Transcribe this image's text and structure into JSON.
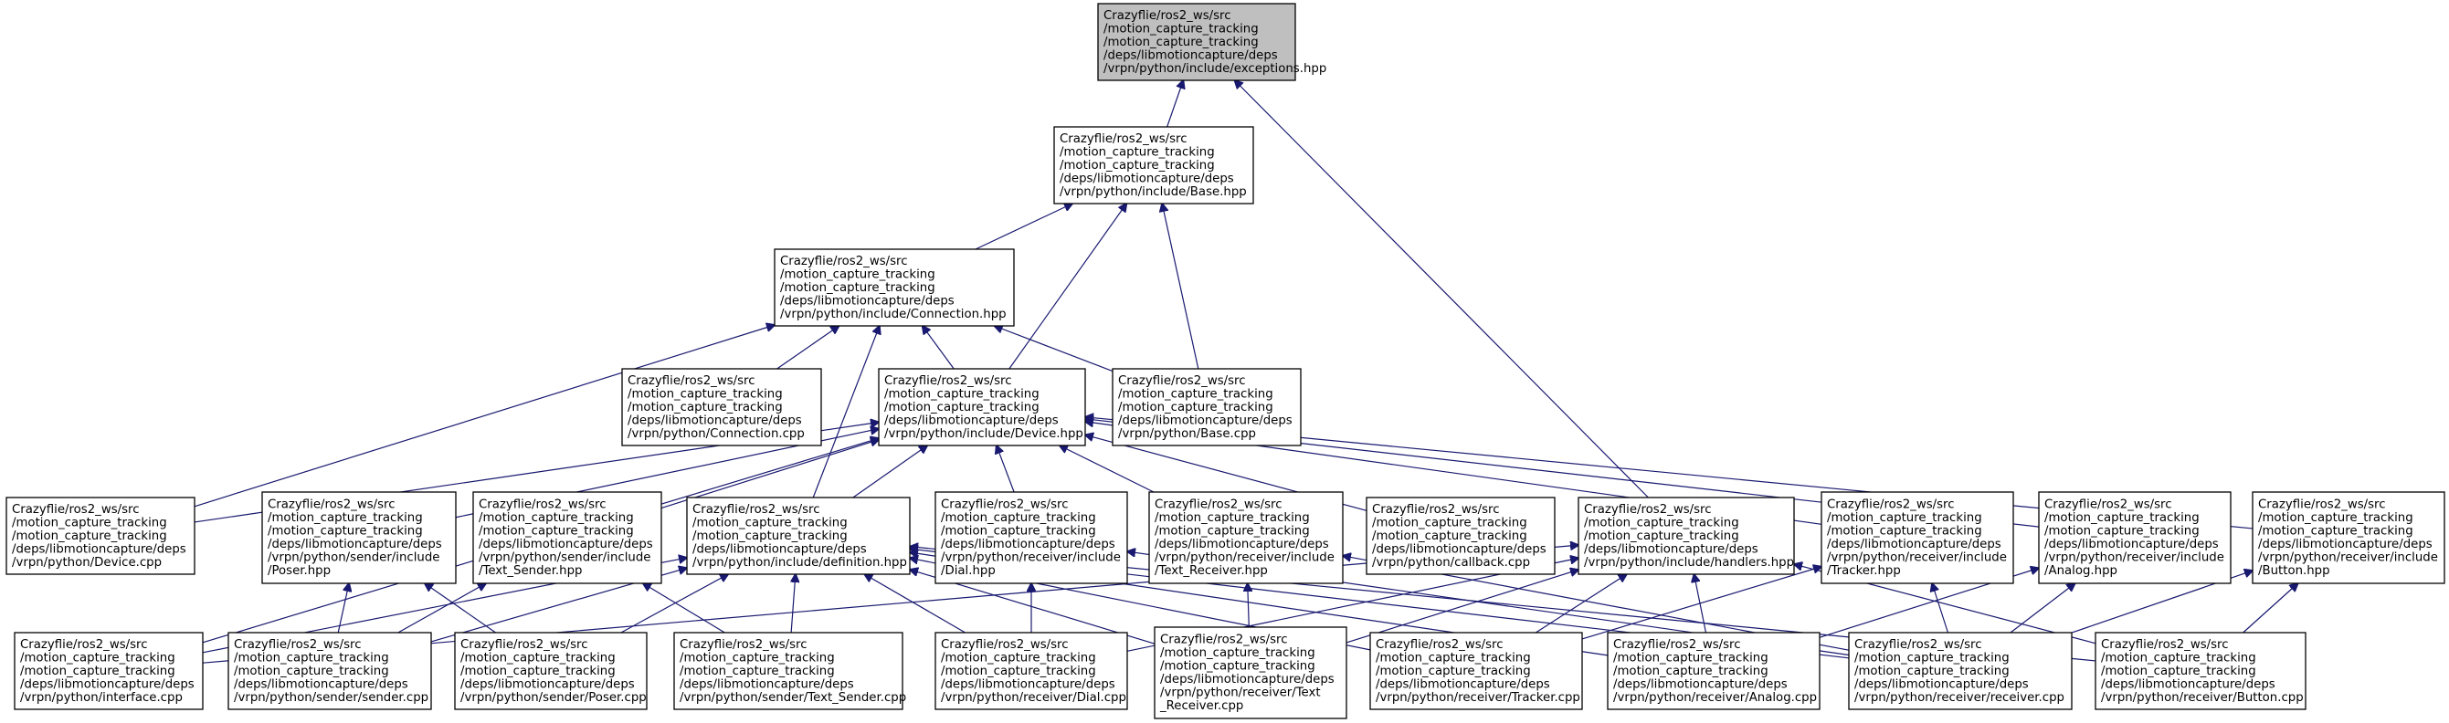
{
  "title": "",
  "nodes": [
    {
      "id": "exceptions",
      "lines": [
        "Crazyflie/ros2_ws/src",
        "/motion_capture_tracking",
        "/motion_capture_tracking",
        "/deps/libmotioncapture/deps",
        "/vrpn/python/include/exceptions.hpp"
      ],
      "root": true
    },
    {
      "id": "base_hpp",
      "lines": [
        "Crazyflie/ros2_ws/src",
        "/motion_capture_tracking",
        "/motion_capture_tracking",
        "/deps/libmotioncapture/deps",
        "/vrpn/python/include/Base.hpp"
      ]
    },
    {
      "id": "connection_hpp",
      "lines": [
        "Crazyflie/ros2_ws/src",
        "/motion_capture_tracking",
        "/motion_capture_tracking",
        "/deps/libmotioncapture/deps",
        "/vrpn/python/include/Connection.hpp"
      ]
    },
    {
      "id": "connection_cpp",
      "lines": [
        "Crazyflie/ros2_ws/src",
        "/motion_capture_tracking",
        "/motion_capture_tracking",
        "/deps/libmotioncapture/deps",
        "/vrpn/python/Connection.cpp"
      ]
    },
    {
      "id": "device_hpp",
      "lines": [
        "Crazyflie/ros2_ws/src",
        "/motion_capture_tracking",
        "/motion_capture_tracking",
        "/deps/libmotioncapture/deps",
        "/vrpn/python/include/Device.hpp"
      ]
    },
    {
      "id": "base_cpp",
      "lines": [
        "Crazyflie/ros2_ws/src",
        "/motion_capture_tracking",
        "/motion_capture_tracking",
        "/deps/libmotioncapture/deps",
        "/vrpn/python/Base.cpp"
      ]
    },
    {
      "id": "device_cpp",
      "lines": [
        "Crazyflie/ros2_ws/src",
        "/motion_capture_tracking",
        "/motion_capture_tracking",
        "/deps/libmotioncapture/deps",
        "/vrpn/python/Device.cpp"
      ]
    },
    {
      "id": "poser_hpp",
      "lines": [
        "Crazyflie/ros2_ws/src",
        "/motion_capture_tracking",
        "/motion_capture_tracking",
        "/deps/libmotioncapture/deps",
        "/vrpn/python/sender/include",
        "/Poser.hpp"
      ]
    },
    {
      "id": "text_sender_hpp",
      "lines": [
        "Crazyflie/ros2_ws/src",
        "/motion_capture_tracking",
        "/motion_capture_tracking",
        "/deps/libmotioncapture/deps",
        "/vrpn/python/sender/include",
        "/Text_Sender.hpp"
      ]
    },
    {
      "id": "definition_hpp",
      "lines": [
        "Crazyflie/ros2_ws/src",
        "/motion_capture_tracking",
        "/motion_capture_tracking",
        "/deps/libmotioncapture/deps",
        "/vrpn/python/include/definition.hpp"
      ]
    },
    {
      "id": "dial_hpp",
      "lines": [
        "Crazyflie/ros2_ws/src",
        "/motion_capture_tracking",
        "/motion_capture_tracking",
        "/deps/libmotioncapture/deps",
        "/vrpn/python/receiver/include",
        "/Dial.hpp"
      ]
    },
    {
      "id": "text_receiver_hpp",
      "lines": [
        "Crazyflie/ros2_ws/src",
        "/motion_capture_tracking",
        "/motion_capture_tracking",
        "/deps/libmotioncapture/deps",
        "/vrpn/python/receiver/include",
        "/Text_Receiver.hpp"
      ]
    },
    {
      "id": "callback_cpp",
      "lines": [
        "Crazyflie/ros2_ws/src",
        "/motion_capture_tracking",
        "/motion_capture_tracking",
        "/deps/libmotioncapture/deps",
        "/vrpn/python/callback.cpp"
      ]
    },
    {
      "id": "handlers_hpp",
      "lines": [
        "Crazyflie/ros2_ws/src",
        "/motion_capture_tracking",
        "/motion_capture_tracking",
        "/deps/libmotioncapture/deps",
        "/vrpn/python/include/handlers.hpp"
      ]
    },
    {
      "id": "tracker_hpp",
      "lines": [
        "Crazyflie/ros2_ws/src",
        "/motion_capture_tracking",
        "/motion_capture_tracking",
        "/deps/libmotioncapture/deps",
        "/vrpn/python/receiver/include",
        "/Tracker.hpp"
      ]
    },
    {
      "id": "analog_hpp",
      "lines": [
        "Crazyflie/ros2_ws/src",
        "/motion_capture_tracking",
        "/motion_capture_tracking",
        "/deps/libmotioncapture/deps",
        "/vrpn/python/receiver/include",
        "/Analog.hpp"
      ]
    },
    {
      "id": "button_hpp",
      "lines": [
        "Crazyflie/ros2_ws/src",
        "/motion_capture_tracking",
        "/motion_capture_tracking",
        "/deps/libmotioncapture/deps",
        "/vrpn/python/receiver/include",
        "/Button.hpp"
      ]
    },
    {
      "id": "interface_cpp",
      "lines": [
        "Crazyflie/ros2_ws/src",
        "/motion_capture_tracking",
        "/motion_capture_tracking",
        "/deps/libmotioncapture/deps",
        "/vrpn/python/interface.cpp"
      ]
    },
    {
      "id": "sender_cpp",
      "lines": [
        "Crazyflie/ros2_ws/src",
        "/motion_capture_tracking",
        "/motion_capture_tracking",
        "/deps/libmotioncapture/deps",
        "/vrpn/python/sender/sender.cpp"
      ]
    },
    {
      "id": "poser_cpp",
      "lines": [
        "Crazyflie/ros2_ws/src",
        "/motion_capture_tracking",
        "/motion_capture_tracking",
        "/deps/libmotioncapture/deps",
        "/vrpn/python/sender/Poser.cpp"
      ]
    },
    {
      "id": "text_sender_cpp",
      "lines": [
        "Crazyflie/ros2_ws/src",
        "/motion_capture_tracking",
        "/motion_capture_tracking",
        "/deps/libmotioncapture/deps",
        "/vrpn/python/sender/Text_Sender.cpp"
      ]
    },
    {
      "id": "dial_cpp",
      "lines": [
        "Crazyflie/ros2_ws/src",
        "/motion_capture_tracking",
        "/motion_capture_tracking",
        "/deps/libmotioncapture/deps",
        "/vrpn/python/receiver/Dial.cpp"
      ]
    },
    {
      "id": "text_receiver_cpp",
      "lines": [
        "Crazyflie/ros2_ws/src",
        "/motion_capture_tracking",
        "/motion_capture_tracking",
        "/deps/libmotioncapture/deps",
        "/vrpn/python/receiver/Text",
        "_Receiver.cpp"
      ]
    },
    {
      "id": "tracker_cpp",
      "lines": [
        "Crazyflie/ros2_ws/src",
        "/motion_capture_tracking",
        "/motion_capture_tracking",
        "/deps/libmotioncapture/deps",
        "/vrpn/python/receiver/Tracker.cpp"
      ]
    },
    {
      "id": "analog_cpp",
      "lines": [
        "Crazyflie/ros2_ws/src",
        "/motion_capture_tracking",
        "/motion_capture_tracking",
        "/deps/libmotioncapture/deps",
        "/vrpn/python/receiver/Analog.cpp"
      ]
    },
    {
      "id": "receiver_cpp",
      "lines": [
        "Crazyflie/ros2_ws/src",
        "/motion_capture_tracking",
        "/motion_capture_tracking",
        "/deps/libmotioncapture/deps",
        "/vrpn/python/receiver/receiver.cpp"
      ]
    },
    {
      "id": "button_cpp",
      "lines": [
        "Crazyflie/ros2_ws/src",
        "/motion_capture_tracking",
        "/motion_capture_tracking",
        "/deps/libmotioncapture/deps",
        "/vrpn/python/receiver/Button.cpp"
      ]
    }
  ],
  "edges": [
    [
      "base_hpp",
      "exceptions"
    ],
    [
      "handlers_hpp",
      "exceptions"
    ],
    [
      "connection_hpp",
      "base_hpp"
    ],
    [
      "device_hpp",
      "base_hpp"
    ],
    [
      "base_cpp",
      "base_hpp"
    ],
    [
      "connection_cpp",
      "connection_hpp"
    ],
    [
      "device_hpp",
      "connection_hpp"
    ],
    [
      "base_cpp",
      "connection_hpp"
    ],
    [
      "device_cpp",
      "connection_hpp"
    ],
    [
      "definition_hpp",
      "connection_hpp"
    ],
    [
      "device_cpp",
      "device_hpp"
    ],
    [
      "poser_hpp",
      "device_hpp"
    ],
    [
      "text_sender_hpp",
      "device_hpp"
    ],
    [
      "definition_hpp",
      "device_hpp"
    ],
    [
      "dial_hpp",
      "device_hpp"
    ],
    [
      "text_receiver_hpp",
      "device_hpp"
    ],
    [
      "callback_cpp",
      "device_hpp"
    ],
    [
      "tracker_hpp",
      "device_hpp"
    ],
    [
      "analog_hpp",
      "device_hpp"
    ],
    [
      "button_hpp",
      "device_hpp"
    ],
    [
      "interface_cpp",
      "device_hpp"
    ],
    [
      "sender_cpp",
      "poser_hpp"
    ],
    [
      "poser_cpp",
      "poser_hpp"
    ],
    [
      "sender_cpp",
      "text_sender_hpp"
    ],
    [
      "text_sender_cpp",
      "text_sender_hpp"
    ],
    [
      "interface_cpp",
      "definition_hpp"
    ],
    [
      "sender_cpp",
      "definition_hpp"
    ],
    [
      "poser_cpp",
      "definition_hpp"
    ],
    [
      "text_sender_cpp",
      "definition_hpp"
    ],
    [
      "dial_cpp",
      "definition_hpp"
    ],
    [
      "text_receiver_cpp",
      "definition_hpp"
    ],
    [
      "tracker_cpp",
      "definition_hpp"
    ],
    [
      "analog_cpp",
      "definition_hpp"
    ],
    [
      "receiver_cpp",
      "definition_hpp"
    ],
    [
      "button_cpp",
      "definition_hpp"
    ],
    [
      "dial_cpp",
      "dial_hpp"
    ],
    [
      "receiver_cpp",
      "dial_hpp"
    ],
    [
      "text_receiver_cpp",
      "text_receiver_hpp"
    ],
    [
      "receiver_cpp",
      "text_receiver_hpp"
    ],
    [
      "interface_cpp",
      "handlers_hpp"
    ],
    [
      "dial_cpp",
      "handlers_hpp"
    ],
    [
      "text_receiver_cpp",
      "handlers_hpp"
    ],
    [
      "tracker_cpp",
      "handlers_hpp"
    ],
    [
      "analog_cpp",
      "handlers_hpp"
    ],
    [
      "button_cpp",
      "handlers_hpp"
    ],
    [
      "tracker_cpp",
      "tracker_hpp"
    ],
    [
      "receiver_cpp",
      "tracker_hpp"
    ],
    [
      "analog_cpp",
      "analog_hpp"
    ],
    [
      "receiver_cpp",
      "analog_hpp"
    ],
    [
      "button_cpp",
      "button_hpp"
    ],
    [
      "receiver_cpp",
      "button_hpp"
    ]
  ]
}
